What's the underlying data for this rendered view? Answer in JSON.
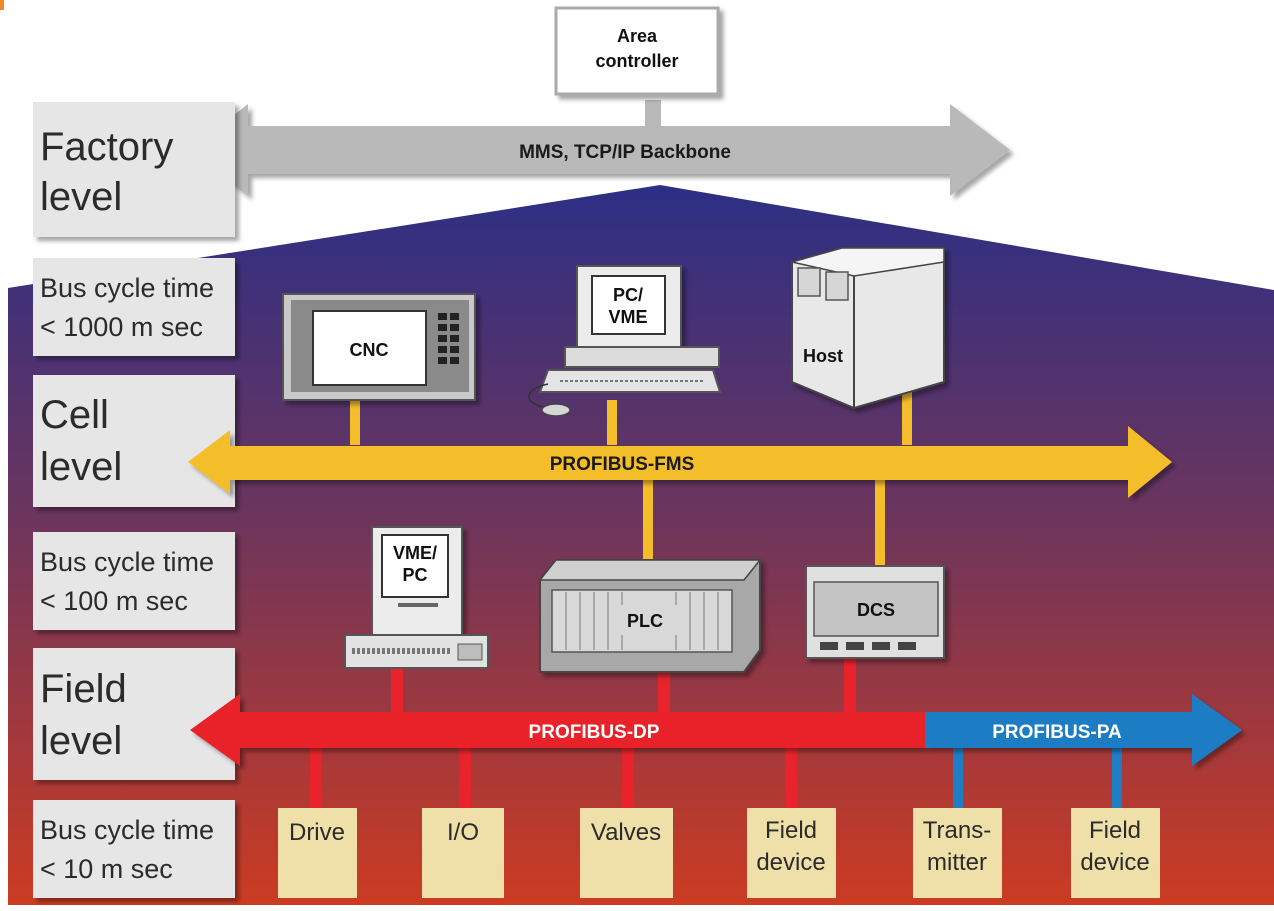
{
  "area_controller": {
    "line1": "Area",
    "line2": "controller"
  },
  "levels": {
    "factory": {
      "line1": "Factory",
      "line2": "level"
    },
    "cell": {
      "line1": "Cell",
      "line2": "level"
    },
    "field": {
      "line1": "Field",
      "line2": "level"
    }
  },
  "cycle_times": {
    "c1000": {
      "line1": "Bus cycle time",
      "line2": "< 1000 m sec"
    },
    "c100": {
      "line1": "Bus cycle time",
      "line2": "< 100 m sec"
    },
    "c10": {
      "line1": "Bus cycle time",
      "line2": "< 10 m sec"
    }
  },
  "buses": {
    "backbone": "MMS, TCP/IP Backbone",
    "fms": "PROFIBUS-FMS",
    "dp": "PROFIBUS-DP",
    "pa": "PROFIBUS-PA"
  },
  "devices": {
    "cnc": "CNC",
    "pc_vme": {
      "line1": "PC/",
      "line2": "VME"
    },
    "host": "Host",
    "vme_pc": {
      "line1": "VME/",
      "line2": "PC"
    },
    "plc": "PLC",
    "dcs": "DCS"
  },
  "field_devices": {
    "drive": "Drive",
    "io": "I/O",
    "valves": "Valves",
    "field_device_1": {
      "line1": "Field",
      "line2": "device"
    },
    "transmitter": {
      "line1": "Trans-",
      "line2": "mitter"
    },
    "field_device_2": {
      "line1": "Field",
      "line2": "device"
    }
  },
  "colors": {
    "backbone": "#b9b9b9",
    "fms": "#f4bd2a",
    "dp": "#e9232b",
    "pa": "#1f7dc4",
    "field_box": "#eee0a8",
    "label_box": "#e6e6e6"
  }
}
